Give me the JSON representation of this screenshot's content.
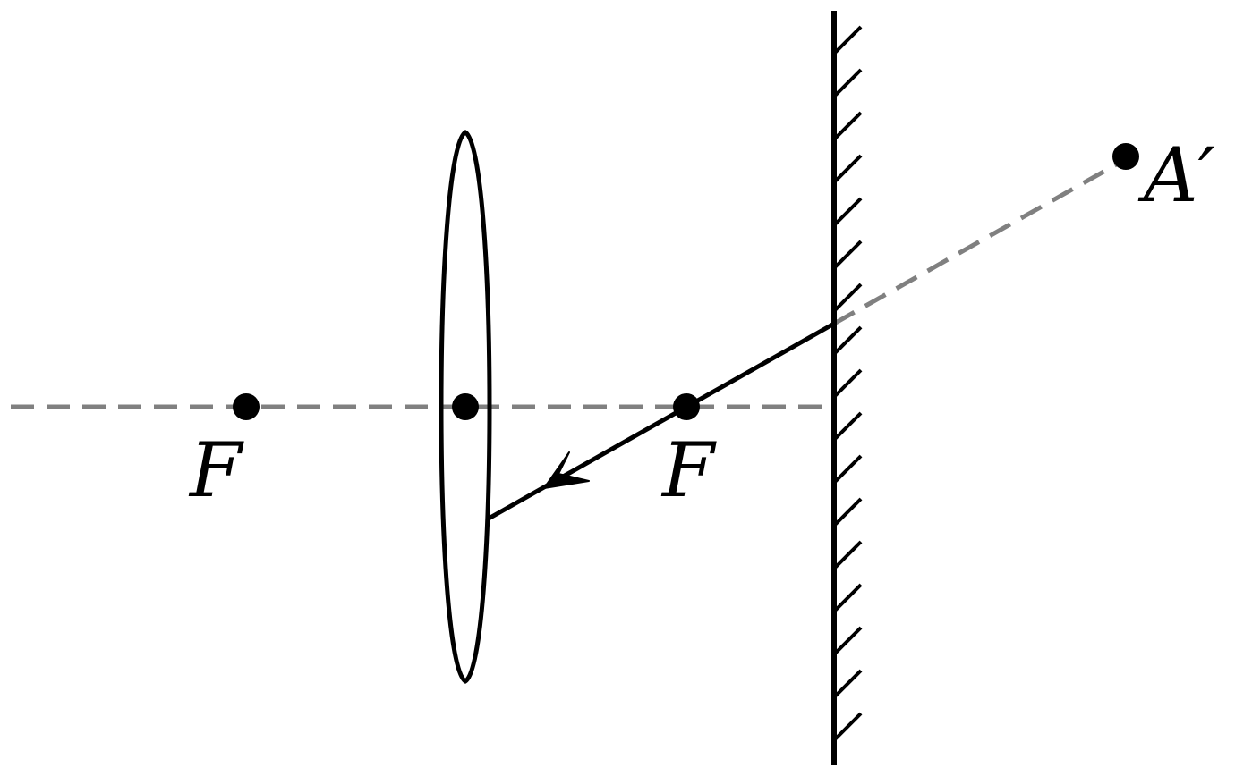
{
  "labels": {
    "focus_left": "F",
    "focus_right": "F",
    "image_point": "A′"
  },
  "colors": {
    "line": "#000000",
    "dashed": "#808080",
    "background": "#ffffff"
  },
  "elements": {
    "lens": "convex-lens",
    "mirror": "plane-mirror",
    "principal_axis": "dashed-line",
    "reflected_ray": "solid-arrow-line",
    "virtual_extension": "dashed-line"
  }
}
